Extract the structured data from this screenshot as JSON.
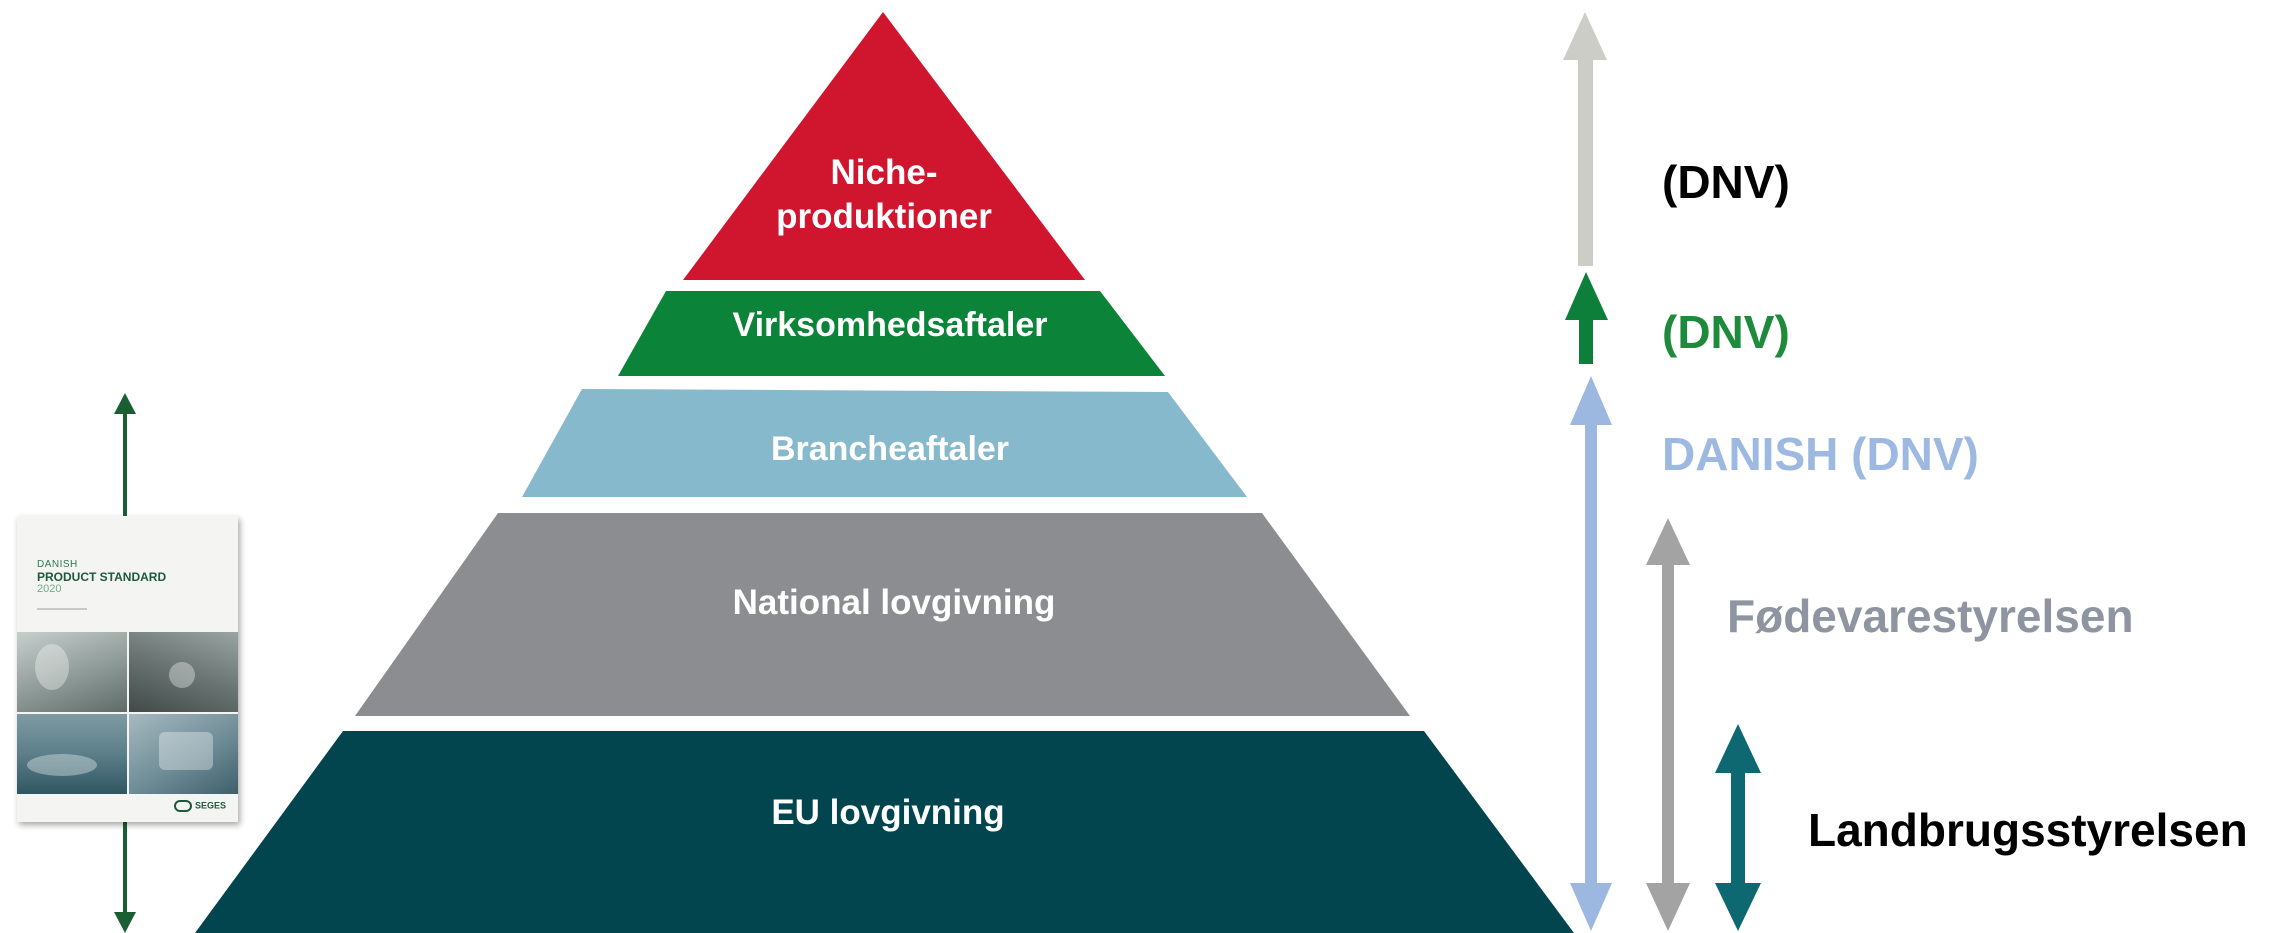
{
  "pyramid": {
    "levels": [
      {
        "id": "niche",
        "lines": [
          "Niche-",
          "produktioner"
        ],
        "color": "#d0152f"
      },
      {
        "id": "virksomhed",
        "lines": [
          "Virksomhedsaftaler"
        ],
        "color": "#0b8338"
      },
      {
        "id": "branche",
        "lines": [
          "Brancheaftaler"
        ],
        "color": "#85b9cb"
      },
      {
        "id": "national",
        "lines": [
          "National lovgivning"
        ],
        "color": "#8b8d90"
      },
      {
        "id": "eu",
        "lines": [
          "EU lovgivning"
        ],
        "color": "#02454f"
      }
    ]
  },
  "side_labels": {
    "dnv_top": {
      "text": "(DNV)",
      "color": "#000000"
    },
    "dnv_green": {
      "text": "(DNV)",
      "color": "#1e8a3b"
    },
    "danish_dnv": {
      "text": "DANISH (DNV)",
      "color": "#9eb9e1"
    },
    "fodevare": {
      "text": "Fødevarestyrelsen",
      "color": "#8e95a1"
    },
    "landbrug": {
      "text": "Landbrugsstyrelsen",
      "color": "#000000"
    }
  },
  "arrows": {
    "dnv_top_color": "#cdcdc8",
    "dnv_green_color": "#0e7f3a",
    "danish_color": "#9cb8e0",
    "fodevare_color": "#a3a3a3",
    "landbrug_color": "#0e6872",
    "document_color": "#1a5f32"
  },
  "document": {
    "cover_top": "DANISH",
    "cover_title": "PRODUCT STANDARD",
    "cover_year": "2020",
    "logo_text": "SEGES"
  }
}
